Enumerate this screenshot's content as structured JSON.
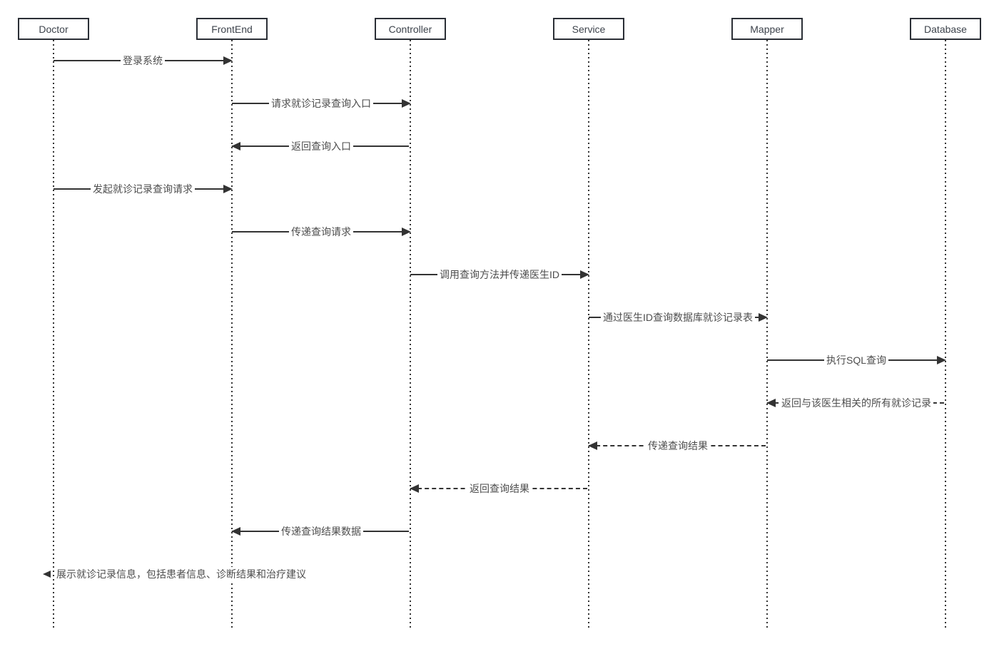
{
  "diagram": {
    "type": "sequence-diagram",
    "participants": [
      {
        "name": "Doctor"
      },
      {
        "name": "FrontEnd"
      },
      {
        "name": "Controller"
      },
      {
        "name": "Service"
      },
      {
        "name": "Mapper"
      },
      {
        "name": "Database"
      }
    ],
    "messages": [
      {
        "from": "Doctor",
        "to": "FrontEnd",
        "label": "登录系统",
        "line": "solid"
      },
      {
        "from": "FrontEnd",
        "to": "Controller",
        "label": "请求就诊记录查询入口",
        "line": "solid"
      },
      {
        "from": "Controller",
        "to": "FrontEnd",
        "label": "返回查询入口",
        "line": "solid"
      },
      {
        "from": "Doctor",
        "to": "FrontEnd",
        "label": "发起就诊记录查询请求",
        "line": "solid"
      },
      {
        "from": "FrontEnd",
        "to": "Controller",
        "label": "传递查询请求",
        "line": "solid"
      },
      {
        "from": "Controller",
        "to": "Service",
        "label": "调用查询方法并传递医生ID",
        "line": "solid"
      },
      {
        "from": "Service",
        "to": "Mapper",
        "label": "通过医生ID查询数据库就诊记录表",
        "line": "solid"
      },
      {
        "from": "Mapper",
        "to": "Database",
        "label": "执行SQL查询",
        "line": "solid"
      },
      {
        "from": "Database",
        "to": "Mapper",
        "label": "返回与该医生相关的所有就诊记录",
        "line": "dashed"
      },
      {
        "from": "Mapper",
        "to": "Service",
        "label": "传递查询结果",
        "line": "dashed"
      },
      {
        "from": "Service",
        "to": "Controller",
        "label": "返回查询结果",
        "line": "dashed"
      },
      {
        "from": "Controller",
        "to": "FrontEnd",
        "label": "传递查询结果数据",
        "line": "solid"
      },
      {
        "from": "Doctor",
        "to": "Doctor",
        "label": "展示就诊记录信息，包括患者信息、诊断结果和治疗建议",
        "line": "solid"
      }
    ],
    "colors": {
      "line": "#333333",
      "box_border": "#2b2f36",
      "participant_text": "#3d434c",
      "message_text": "#4d4d4d",
      "background": "#ffffff"
    }
  }
}
